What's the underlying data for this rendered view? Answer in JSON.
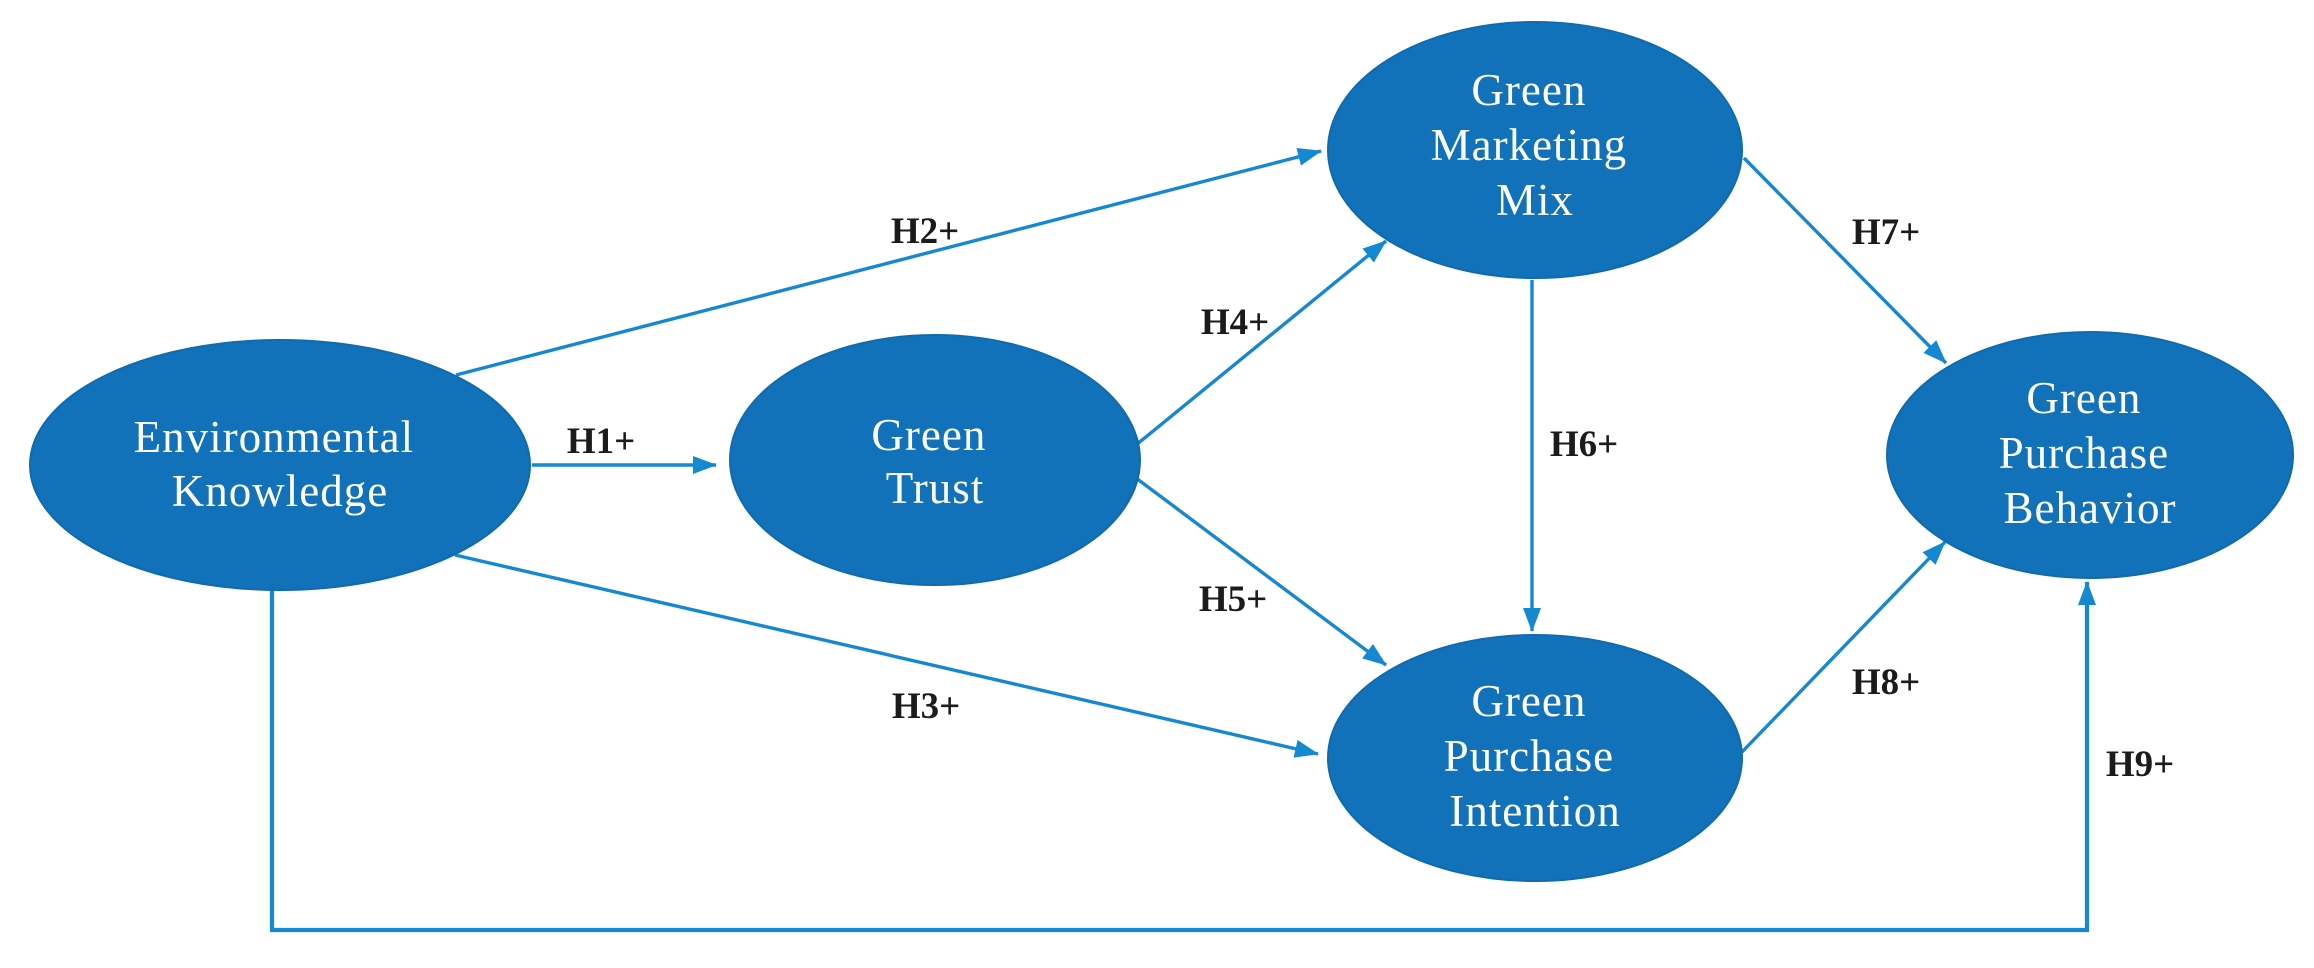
{
  "diagram": {
    "type": "conceptual-model",
    "colors": {
      "background": "#ffffff",
      "node_fill": "#1172b9",
      "node_stroke": "#0f6bb0",
      "node_text": "#ffffff",
      "arrow": "#1588d2",
      "label_text": "#1b1b1b"
    },
    "nodes": {
      "environmental_knowledge": {
        "line1": "Environmental",
        "line2": "Knowledge"
      },
      "green_trust": {
        "line1": "Green",
        "line2": "Trust"
      },
      "green_marketing_mix": {
        "line1": "Green",
        "line2": "Marketing",
        "line3": "Mix"
      },
      "green_purchase_intention": {
        "line1": "Green",
        "line2": "Purchase",
        "line3": "Intention"
      },
      "green_purchase_behavior": {
        "line1": "Green",
        "line2": "Purchase",
        "line3": "Behavior"
      }
    },
    "hypotheses": {
      "h1": "H1+",
      "h2": "H2+",
      "h3": "H3+",
      "h4": "H4+",
      "h5": "H5+",
      "h6": "H6+",
      "h7": "H7+",
      "h8": "H8+",
      "h9": "H9+"
    },
    "edges": [
      {
        "label": "H1+",
        "from": "Environmental Knowledge",
        "to": "Green Trust"
      },
      {
        "label": "H2+",
        "from": "Environmental Knowledge",
        "to": "Green Marketing Mix"
      },
      {
        "label": "H3+",
        "from": "Environmental Knowledge",
        "to": "Green Purchase Intention"
      },
      {
        "label": "H4+",
        "from": "Green Trust",
        "to": "Green Marketing Mix"
      },
      {
        "label": "H5+",
        "from": "Green Trust",
        "to": "Green Purchase Intention"
      },
      {
        "label": "H6+",
        "from": "Green Marketing Mix",
        "to": "Green Purchase Intention"
      },
      {
        "label": "H7+",
        "from": "Green Marketing Mix",
        "to": "Green Purchase Behavior"
      },
      {
        "label": "H8+",
        "from": "Green Purchase Intention",
        "to": "Green Purchase Behavior"
      },
      {
        "label": "H9+",
        "from": "Environmental Knowledge",
        "to": "Green Purchase Behavior"
      }
    ]
  }
}
